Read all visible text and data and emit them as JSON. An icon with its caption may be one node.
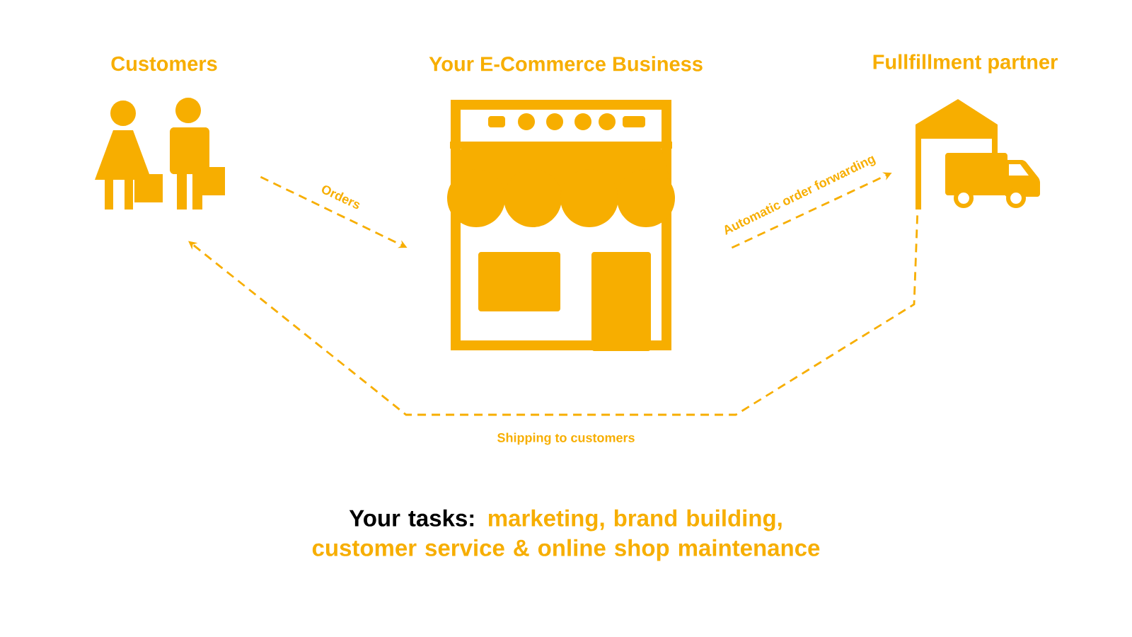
{
  "diagram": {
    "nodes": [
      {
        "text": [
          "Customers"
        ]
      },
      {
        "text": [
          "Your E-Commerce Business"
        ]
      },
      {
        "text": [
          "Fullfillment partner"
        ]
      }
    ],
    "edges": [
      {
        "from": 0,
        "to": 1,
        "arrow": "to",
        "label": "Orders",
        "style": "dashed"
      },
      {
        "from": 1,
        "to": 2,
        "arrow": "to",
        "label": "Automatic order forwarding",
        "style": "dashed"
      },
      {
        "from": 2,
        "to": 0,
        "arrow": "to",
        "label": "Shipping to customers",
        "style": "dashed"
      }
    ],
    "labels": [
      "Your tasks:",
      "marketing, brand building, customer service & online shop maintenance"
    ]
  }
}
